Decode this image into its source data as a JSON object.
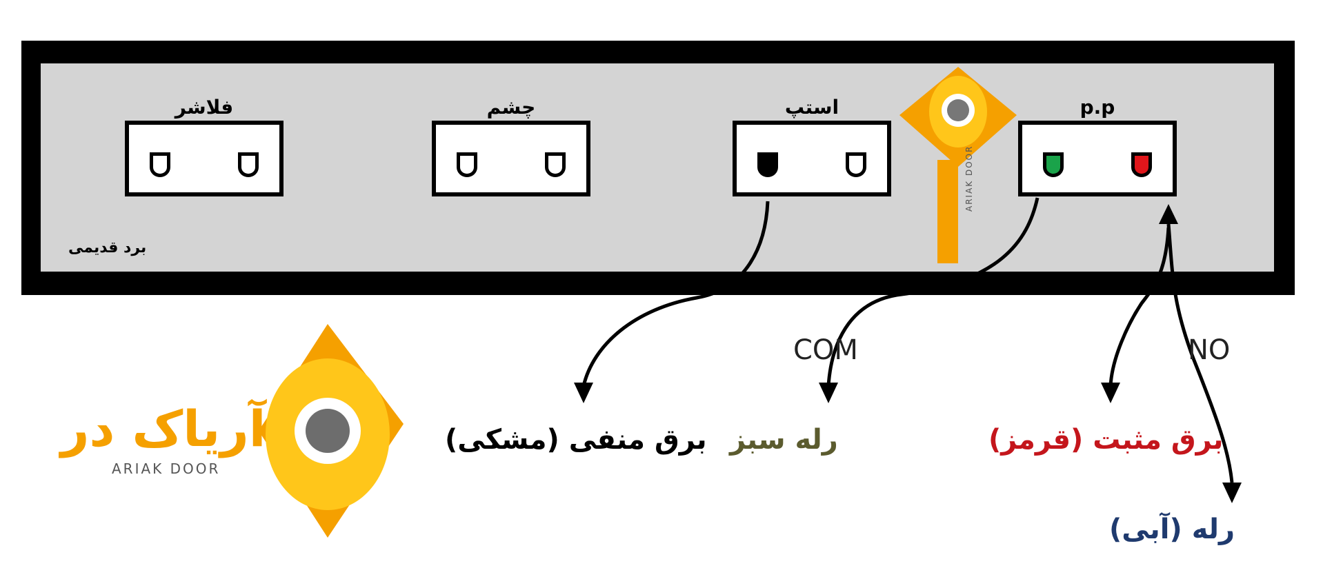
{
  "board": {
    "name": "برد قدیمی",
    "connectors": [
      {
        "label": "فلاشر",
        "pins": [
          "empty",
          "empty"
        ]
      },
      {
        "label": "چشم",
        "pins": [
          "empty",
          "empty"
        ]
      },
      {
        "label": "استپ",
        "pins": [
          "black",
          "empty"
        ]
      },
      {
        "label": "p.p",
        "pins": [
          "green",
          "red"
        ]
      }
    ]
  },
  "terminals": {
    "com": "COM",
    "no": "NO"
  },
  "wires": {
    "negative": "برق منفی (مشکی)",
    "relay_green": "رله سبز",
    "positive": "برق مثبت (قرمز)",
    "relay_blue": "رله (آبی)"
  },
  "logo": {
    "text": "آریاک در",
    "sub": "ARIAK DOOR"
  },
  "colors": {
    "black": "#000000",
    "green": "#1aa34a",
    "red": "#e0161b",
    "olive": "#5b5b2e",
    "label_red": "#c4161c",
    "navy": "#1f3a6e",
    "brand": "#f5a000"
  }
}
